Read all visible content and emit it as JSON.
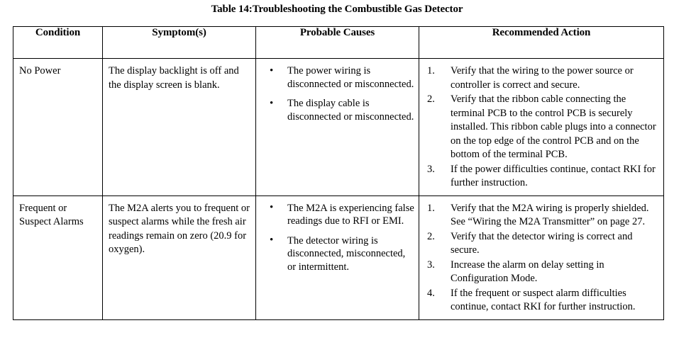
{
  "document": {
    "caption": "Table 14:Troubleshooting the Combustible Gas Detector",
    "text_color": "#000000",
    "background_color": "#ffffff",
    "border_color": "#000000"
  },
  "table": {
    "headers": [
      {
        "label": "Condition"
      },
      {
        "label": "Symptom(s)"
      },
      {
        "label": "Probable Causes"
      },
      {
        "label": "Recommended Action"
      }
    ],
    "rows": [
      {
        "condition": "No Power",
        "symptom": "The display backlight is off and the display screen is blank.",
        "causes": {
          "marker": "•",
          "items": [
            "The power wiring is disconnected or misconnected.",
            "The display cable is disconnected or misconnected."
          ]
        },
        "actions": {
          "markers": [
            "1.",
            "2.",
            "3."
          ],
          "items": [
            "Verify that the wiring to the power source or controller is correct and secure.",
            "Verify that the ribbon cable connecting the terminal PCB to the control PCB is securely installed. This ribbon cable plugs into a connector on the top edge of the control PCB and on the bottom of the terminal PCB.",
            "If the power difficulties continue, contact RKI for further instruction."
          ]
        }
      },
      {
        "condition": "Frequent or Suspect Alarms",
        "symptom": "The M2A alerts you to frequent or suspect alarms while the fresh air readings remain on zero (20.9 for oxygen).",
        "causes": {
          "marker": "•",
          "items": [
            "The M2A is experiencing false readings due to RFI or EMI.",
            "The detector wiring is disconnected, misconnected, or intermittent."
          ]
        },
        "actions": {
          "markers": [
            "1.",
            "2.",
            "3.",
            "4."
          ],
          "items": [
            "Verify that the M2A wiring is properly shielded. See “Wiring the M2A Transmitter” on page 27.",
            "Verify that the detector wiring is correct and secure.",
            "Increase the alarm on delay setting in Configuration Mode.",
            "If the frequent or suspect alarm difficulties continue, contact RKI for further instruction."
          ]
        }
      }
    ]
  }
}
